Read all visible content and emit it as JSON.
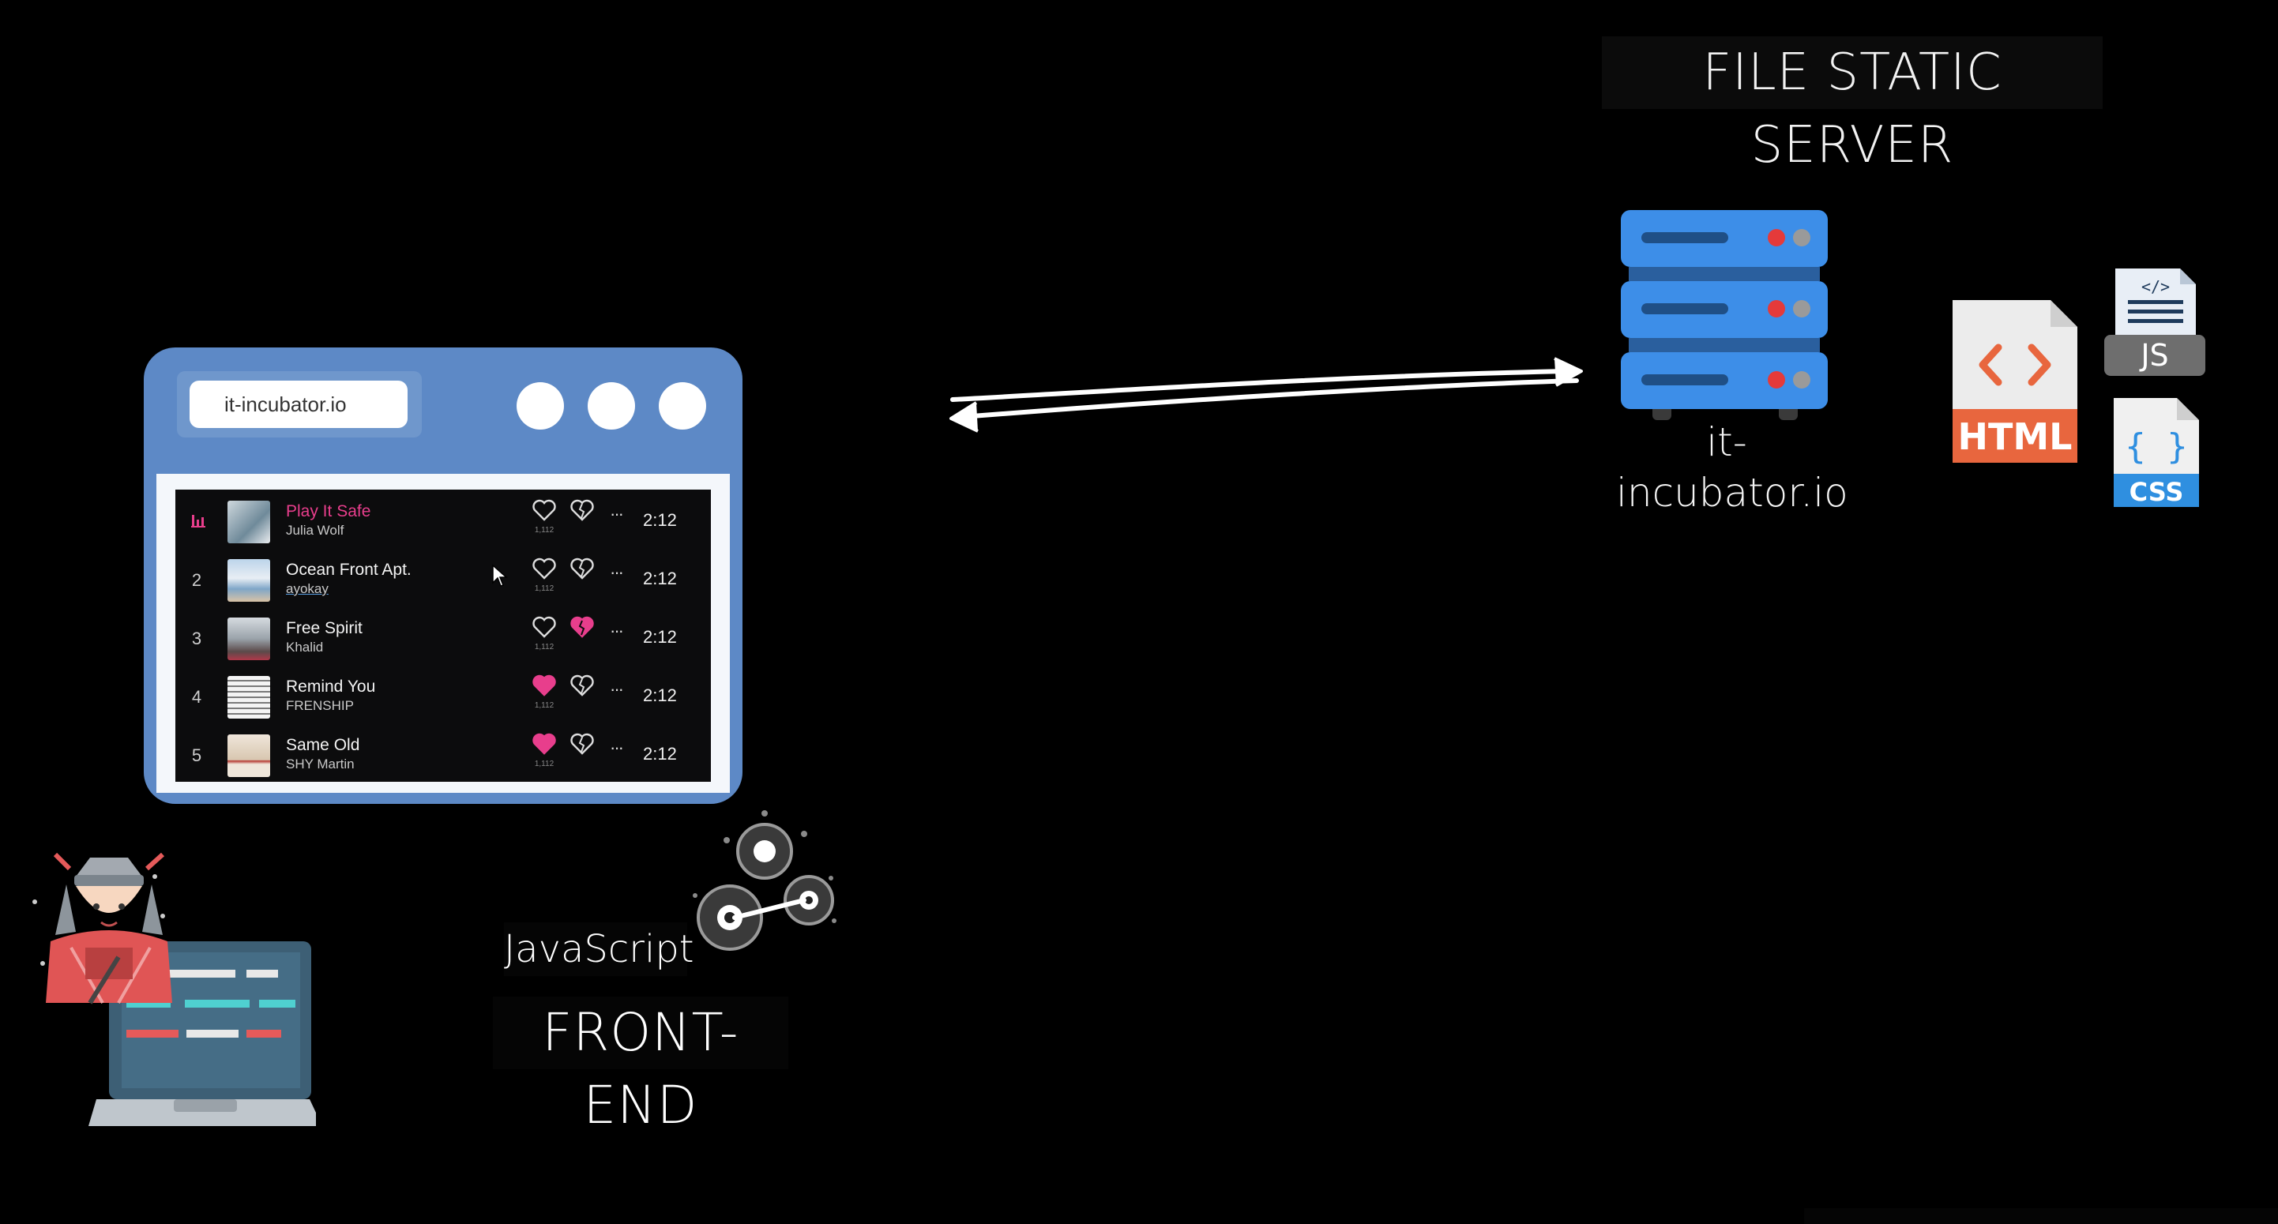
{
  "server": {
    "title": "FILE STATIC SERVER",
    "caption": "it-incubator.io",
    "unit_color": "#3d8ee8",
    "led_colors": [
      "#e53a3a",
      "#9a9a9a"
    ]
  },
  "files": {
    "html_label": "HTML",
    "js_label": "JS",
    "css_label": "CSS",
    "html_color": "#e8663e",
    "css_color": "#2f8fe0"
  },
  "browser": {
    "url": "it-incubator.io",
    "frame_color": "#5d89c6",
    "playlist": [
      {
        "number": "",
        "title": "Play It Safe",
        "artist": "Julia Wolf",
        "duration": "2:12",
        "heart_count": "1,112",
        "liked": false,
        "broken_liked": false,
        "playing": true
      },
      {
        "number": "2",
        "title": "Ocean Front Apt.",
        "artist": "ayokay",
        "duration": "2:12",
        "heart_count": "1,112",
        "liked": false,
        "broken_liked": false,
        "playing": false
      },
      {
        "number": "3",
        "title": "Free Spirit",
        "artist": "Khalid",
        "duration": "2:12",
        "heart_count": "1,112",
        "liked": false,
        "broken_liked": true,
        "playing": false
      },
      {
        "number": "4",
        "title": "Remind You",
        "artist": "FRENSHIP",
        "duration": "2:12",
        "heart_count": "1,112",
        "liked": true,
        "broken_liked": false,
        "playing": false
      },
      {
        "number": "5",
        "title": "Same Old",
        "artist": "SHY Martin",
        "duration": "2:12",
        "heart_count": "1,112",
        "liked": true,
        "broken_liked": false,
        "playing": false
      }
    ],
    "more_glyph": "···",
    "accent_color": "#e83e8c"
  },
  "frontend": {
    "js_label": "JavaScript",
    "label": "FRONT-END"
  }
}
